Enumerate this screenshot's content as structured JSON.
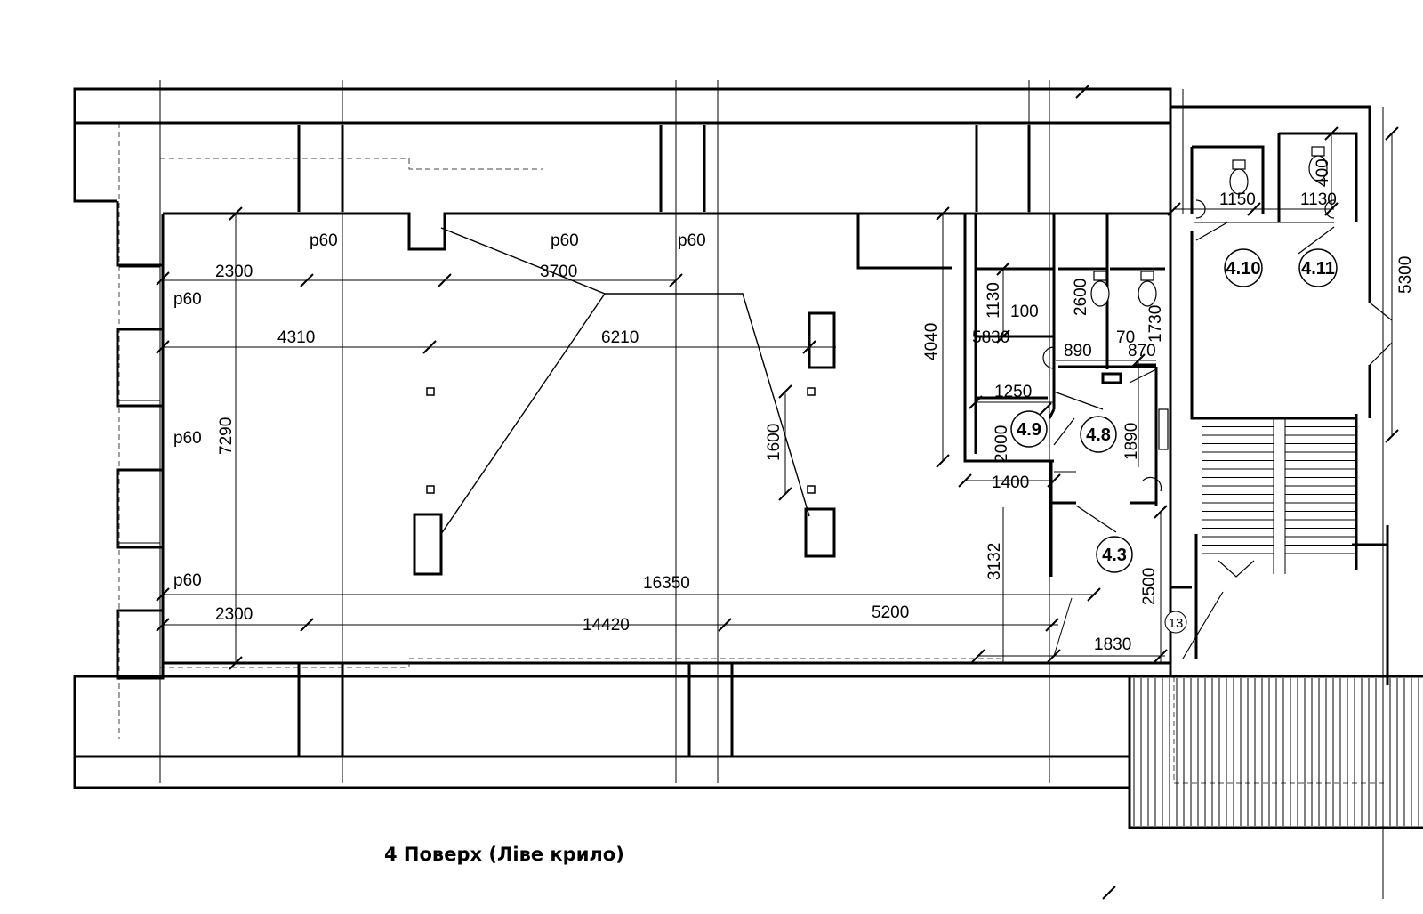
{
  "caption": "4 Поверх (Ліве крило)",
  "dimensions": {
    "d2300_top": "2300",
    "d3700": "3700",
    "d4310": "4310",
    "d6210": "6210",
    "d7290": "7290",
    "d1600": "1600",
    "d4040": "4040",
    "d5830": "5830",
    "d1130_v": "1130",
    "d100": "100",
    "d2600": "2600",
    "d1730": "1730",
    "d70": "70",
    "d890": "890",
    "d870": "870",
    "d1250": "1250",
    "d1890": "1890",
    "d2000": "2000",
    "d1400": "1400",
    "d3132": "3132",
    "d2500": "2500",
    "d16350": "16350",
    "d2300_bot": "2300",
    "d14420": "14420",
    "d5200": "5200",
    "d1830": "1830",
    "d1150": "1150",
    "d1130_h": "1130",
    "d400": "400",
    "d5300": "5300"
  },
  "openings": {
    "p60_1": "p60",
    "p60_2": "p60",
    "p60_3": "p60",
    "p60_4": "p60",
    "p60_5": "p60",
    "p60_6": "p60"
  },
  "rooms": {
    "r48": "4.8",
    "r49": "4.9",
    "r43": "4.3",
    "r410": "4.10",
    "r411": "4.11"
  },
  "axis_marker": "13"
}
